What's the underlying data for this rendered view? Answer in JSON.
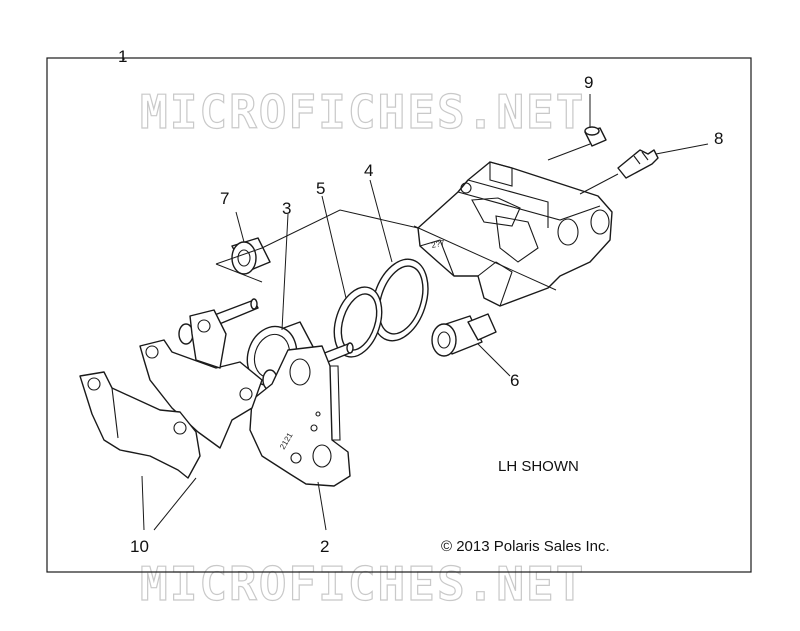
{
  "watermark": {
    "text": "MICROFICHES.NET",
    "color": "#c9c9c9"
  },
  "callouts": {
    "c1": "1",
    "c2": "2",
    "c3": "3",
    "c4": "4",
    "c5": "5",
    "c6": "6",
    "c7": "7",
    "c8": "8",
    "c9": "9",
    "c10": "10"
  },
  "note": {
    "orientation": "LH SHOWN"
  },
  "copyright": "© 2013 Polaris Sales Inc.",
  "stamps": {
    "caliper": "2?7",
    "bracket": "2121"
  }
}
